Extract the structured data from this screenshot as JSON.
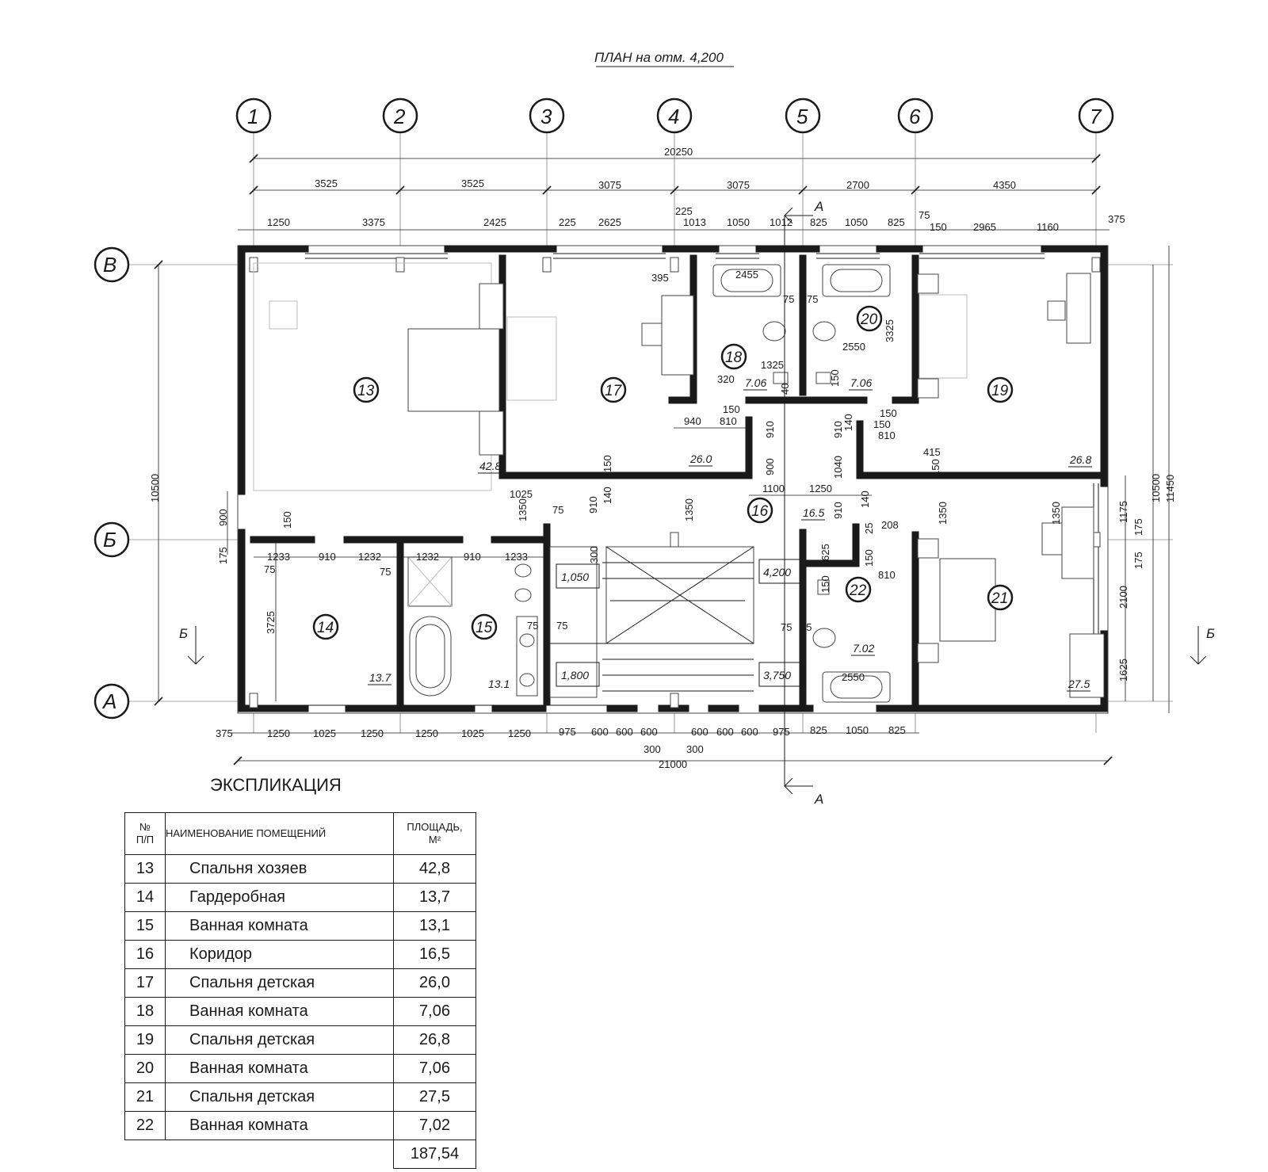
{
  "plan": {
    "title": "ПЛАН на отм. 4,200",
    "axes_columns": [
      "1",
      "2",
      "3",
      "4",
      "5",
      "6",
      "7"
    ],
    "axes_rows": [
      "В",
      "Б",
      "А"
    ],
    "section_marks": [
      "А",
      "А",
      "Б",
      "Б"
    ],
    "dims_overall_top": "20250",
    "dims_overall_bottom": "21000",
    "dims_axes_top": [
      "3525",
      "3525",
      "3075",
      "3075",
      "2700",
      "4350"
    ],
    "dims_openings_top": [
      "1250",
      "3375",
      "2425",
      "225",
      "2625",
      "1013",
      "1050",
      "1012",
      "825",
      "1050",
      "825",
      "150",
      "2965",
      "1160",
      "375"
    ],
    "dims_top_small": [
      "225",
      "75"
    ],
    "dims_bottom": [
      "375",
      "1250",
      "1025",
      "1250",
      "1250",
      "1025",
      "1250",
      "975",
      "600",
      "600",
      "600",
      "600",
      "600",
      "600",
      "975",
      "825",
      "1050",
      "825"
    ],
    "dims_bottom_small": [
      "300",
      "300"
    ],
    "dims_left": [
      "10500",
      "900",
      "175"
    ],
    "dims_right": [
      "10500",
      "11450",
      "1175",
      "175",
      "175",
      "2100",
      "1625"
    ],
    "dims_interior": [
      "395",
      "2455",
      "75",
      "75",
      "3325",
      "2550",
      "1325",
      "320",
      "40",
      "150",
      "150",
      "940",
      "810",
      "910",
      "150",
      "140",
      "150",
      "810",
      "910",
      "415",
      "150",
      "1040",
      "900",
      "1100",
      "1250",
      "140",
      "1025",
      "75",
      "910",
      "140",
      "150",
      "1350",
      "1350",
      "300",
      "910",
      "25",
      "208",
      "150",
      "810",
      "1350",
      "1350",
      "625",
      "150",
      "75",
      "75",
      "2550",
      "150",
      "1233",
      "910",
      "1232",
      "1232",
      "910",
      "1233",
      "75",
      "75",
      "3725",
      "300",
      "75",
      "75",
      "75",
      "75",
      "2550"
    ],
    "room_numbers": [
      "13",
      "14",
      "15",
      "16",
      "17",
      "18",
      "19",
      "20",
      "21",
      "22"
    ],
    "room_areas": [
      "42.8",
      "13.7",
      "13.1",
      "16.5",
      "26.0",
      "7.06",
      "26.8",
      "7.06",
      "27.5",
      "7.02"
    ],
    "level_marks": [
      "1,050",
      "4,200",
      "1,800",
      "3,750"
    ]
  },
  "explication": {
    "title": "ЭКСПЛИКАЦИЯ",
    "headers": {
      "num_line1": "№",
      "num_line2": "П/П",
      "name": "НАИМЕНОВАНИЕ ПОМЕЩЕНИЙ",
      "area_line1": "ПЛОЩАДЬ,",
      "area_line2": "М²"
    },
    "rows": [
      {
        "num": "13",
        "name": "Спальня хозяев",
        "area": "42,8"
      },
      {
        "num": "14",
        "name": "Гардеробная",
        "area": "13,7"
      },
      {
        "num": "15",
        "name": "Ванная комната",
        "area": "13,1"
      },
      {
        "num": "16",
        "name": "Коридор",
        "area": "16,5"
      },
      {
        "num": "17",
        "name": "Спальня детская",
        "area": "26,0"
      },
      {
        "num": "18",
        "name": "Ванная комната",
        "area": "7,06"
      },
      {
        "num": "19",
        "name": "Спальня детская",
        "area": "26,8"
      },
      {
        "num": "20",
        "name": "Ванная комната",
        "area": "7,06"
      },
      {
        "num": "21",
        "name": "Спальня детская",
        "area": "27,5"
      },
      {
        "num": "22",
        "name": "Ванная комната",
        "area": "7,02"
      }
    ],
    "total": "187,54"
  }
}
